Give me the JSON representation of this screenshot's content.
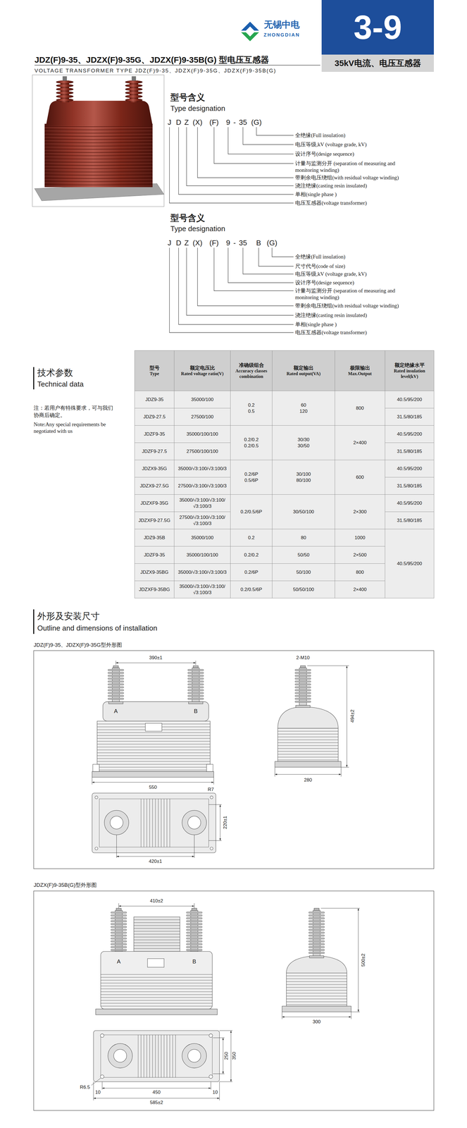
{
  "diagram": {
    "title": "JDZ(F)9-35、JDZX(F)9-35G、JDZX(F)9-35B(G) 型电压互感器",
    "nodes": [
      {
        "text": [
          "3-9"
        ]
      },
      {
        "text": [
          "35kV电流、电压互感器"
        ]
      }
    ],
    "labels": [
      "无锡中电",
      "ZHONGDIAN",
      "VOLTAGE TRANSFORMER TYPE JDZ(F)9-35、JDZX(F)9-35G、JDZX(F)9-35B(G)",
      "型号含义",
      "Type designation",
      "J",
      "D",
      "Z",
      "(X)",
      "(F)",
      "9",
      "-",
      "35",
      "(G)",
      "全绝缘(Full insulation)",
      "电压等级,kV (voltage grade, kV)",
      "设计序号(desige sequence)",
      "计量与监测分开 (separation of measuring and monitoring winding)",
      "带剩余电压绕组(with residual voltage winding)",
      "浇注绝缘(casting resin insulated)",
      "单相(single phase )",
      "电压互感器(voltage transformer)",
      "型号含义",
      "Type designation",
      "J",
      "D",
      "Z",
      "(X)",
      "(F)",
      "9",
      "-",
      "35",
      "B",
      "(G)",
      "全绝缘(Full insulation)",
      "尺寸代号(code of size)",
      "电压等级,kV (voltage grade, kV)",
      "设计序号(desige sequence)",
      "计量与监测分开 (separation of measuring and monitoring winding)",
      "带剩余电压绕组(with residual voltage winding)",
      "浇注绝缘(casting resin insulated)",
      "单相(single phase )",
      "电压互感器(voltage transformer)",
      "技术参数",
      "Technical data",
      "注：若用户有特殊要求，可与我们协商后确定。",
      "Note:Any special requirements be negotiated with us",
      "型号",
      "Type",
      "额定电压比",
      "Rated voltage ratio(V)",
      "准确级组合",
      "Accuracy classes combination",
      "额定输出",
      "Rated output(VA)",
      "极限输出",
      "Max.Output",
      "额定绝缘水平",
      "Rated insulation level(kV)",
      "JDZ9-35",
      "35000/100",
      "0.2",
      "0.5",
      "60",
      "120",
      "800",
      "40.5/95/200",
      "JDZ9-27.5",
      "27500/100",
      "31.5/80/185",
      "JDZF9-35",
      "35000/100/100",
      "0.2/0.2",
      "0.2/0.5",
      "30/30",
      "30/50",
      "2×400",
      "40.5/95/200",
      "JDZF9-27.5",
      "27500/100/100",
      "31.5/80/185",
      "JDZX9-35G",
      "35000/√3:100/√3:100/3",
      "0.2/6P",
      "0.5/6P",
      "30/100",
      "80/100",
      "600",
      "40.5/95/200",
      "JDZX9-27.5G",
      "27500/√3:100/√3:100/3",
      "31.5/80/185",
      "JDZXF9-35G",
      "35000/√3:100/√3:100/√3:100/3",
      "0.2/0.5/6P",
      "30/50/100",
      "2×300",
      "40.5/95/200",
      "JDZXF9-27.5G",
      "27500/√3:100/√3:100/√3:100/3",
      "31.5/80/185",
      "JDZ9-35B",
      "35000/100",
      "0.2",
      "80",
      "1000",
      "40.5/95/200",
      "JDZF9-35",
      "35000/100/100",
      "0.2/0.2",
      "50/50",
      "2×500",
      "JDZX9-35BG",
      "35000/√3:100/√3:100/3",
      "0.2/6P",
      "50/100",
      "800",
      "JDZXF9-35BG",
      "35000/√3:100/√3:100/√3:100/3",
      "0.2/0.5/6P",
      "50/50/100",
      "2×400",
      "外形及安装尺寸",
      "Outline and dimensions of installation",
      "JDZ(F)9-35、JDZX(F)9-35G型外形图",
      "390±1",
      "A",
      "B",
      "550",
      "2-M10",
      "494±2",
      "280",
      "R7",
      "220±1",
      "420±1",
      "JDZX(F)9-35B(G)型外形图",
      "410±2",
      "A",
      "B",
      "500±2",
      "300",
      "250",
      "350",
      "R6.5",
      "10",
      "450",
      "10",
      "585±2"
    ]
  }
}
